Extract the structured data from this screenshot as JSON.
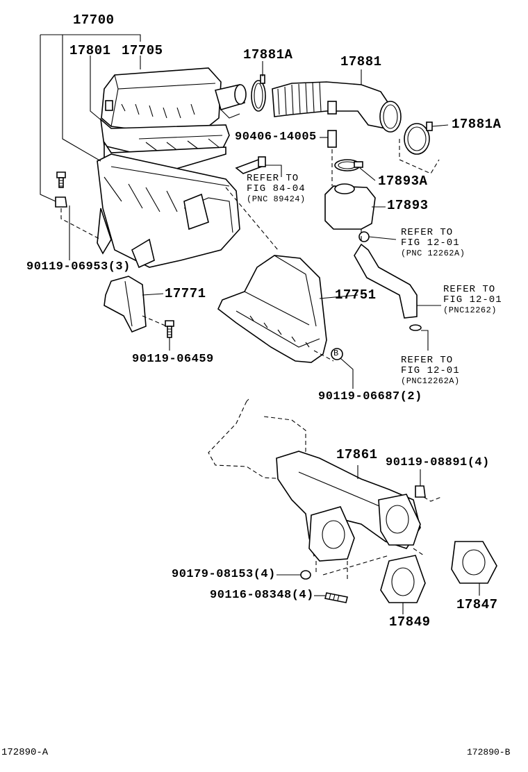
{
  "labels": {
    "p17700": "17700",
    "p17801": "17801",
    "p17705": "17705",
    "p17881A_top": "17881A",
    "p17881": "17881",
    "p17881A_right": "17881A",
    "p90406": "90406-14005",
    "p17893A": "17893A",
    "p17893": "17893",
    "p90119_06953": "90119-06953(3)",
    "p17771": "17771",
    "p90119_06459": "90119-06459",
    "p17751": "17751",
    "p90119_06687": "90119-06687(2)",
    "bolt_marker": "B",
    "p17861": "17861",
    "p90119_08891": "90119-08891(4)",
    "p90179_08153": "90179-08153(4)",
    "p90116_08348": "90116-08348(4)",
    "p17849": "17849",
    "p17847": "17847"
  },
  "references": [
    {
      "line1": "REFER TO",
      "line2": "FIG 84-04",
      "line3": "(PNC 89424)"
    },
    {
      "line1": "REFER TO",
      "line2": "FIG 12-01",
      "line3": "(PNC 12262A)"
    },
    {
      "line1": "REFER TO",
      "line2": "FIG 12-01",
      "line3": "(PNC12262)"
    },
    {
      "line1": "REFER TO",
      "line2": "FIG 12-01",
      "line3": "(PNC12262A)"
    }
  ],
  "footer": {
    "left_code": "172890-A",
    "right_code": "172890-B"
  }
}
